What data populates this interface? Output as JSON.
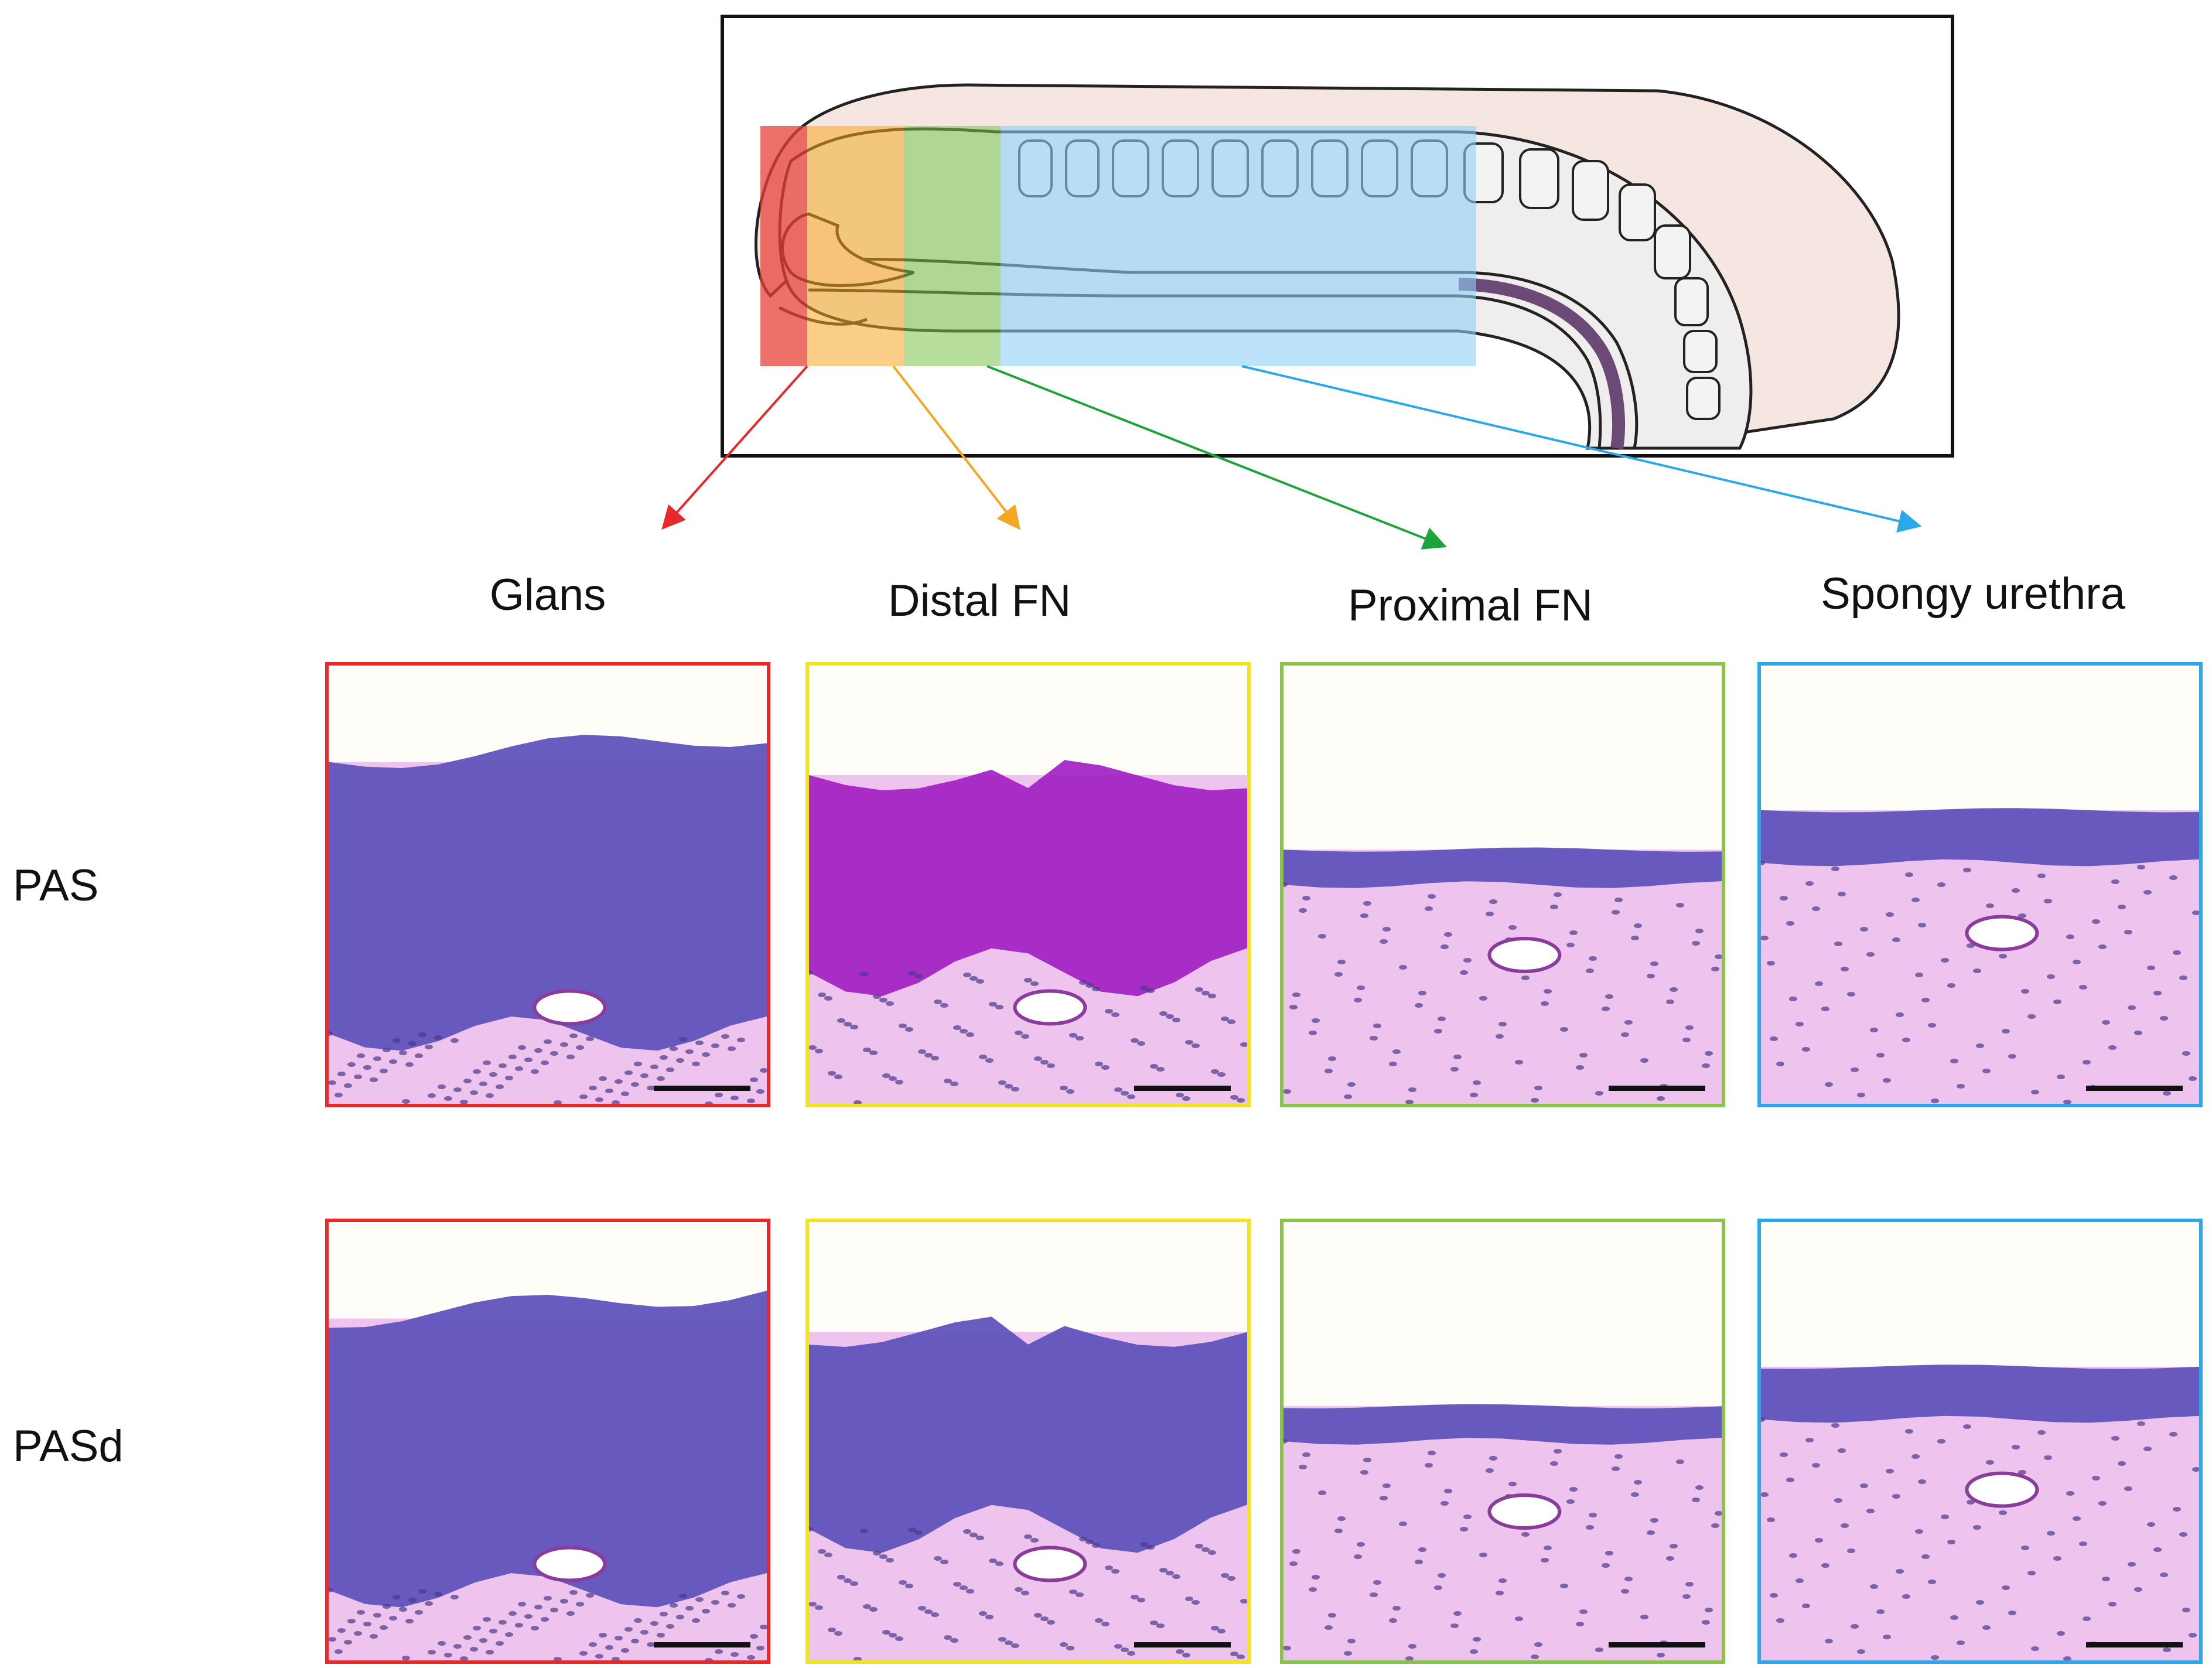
{
  "columns": [
    {
      "label": "Glans",
      "color": "#e8282a"
    },
    {
      "label": "Distal FN",
      "color": "#f2e31f"
    },
    {
      "label": "Proximal FN",
      "color": "#8bc34a"
    },
    {
      "label": "Spongy urethra",
      "color": "#2ba8e8"
    }
  ],
  "rows": [
    {
      "label": "PAS"
    },
    {
      "label": "PASd"
    }
  ],
  "schematic": {
    "regions": [
      {
        "name": "glans",
        "color": "#e8403a"
      },
      {
        "name": "distal-fn",
        "color": "#f5a623"
      },
      {
        "name": "proximal-fn",
        "color": "#7cc24a"
      },
      {
        "name": "spongy-urethra",
        "color": "#8fd0f5"
      }
    ],
    "arrow_colors": [
      "#e8282a",
      "#f5a623",
      "#1ea33b",
      "#2ba8e8"
    ]
  },
  "stain_colors": {
    "epithelium": "#5b4fb8",
    "superficial_glycogen": "#a11fc2",
    "stroma": "#eec4ee",
    "background": "#fffdf8"
  }
}
